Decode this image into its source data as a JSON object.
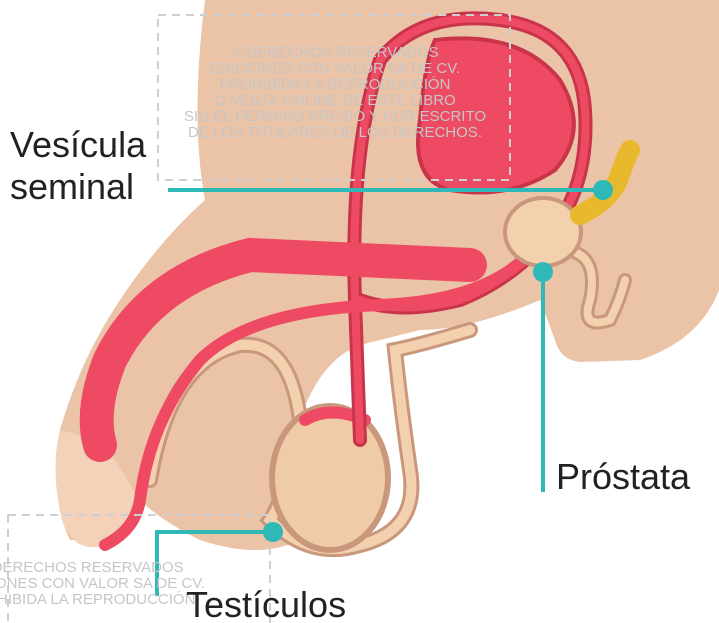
{
  "labels": {
    "vesicula_line1": "Vesícula",
    "vesicula_line2": "seminal",
    "prostata": "Próstata",
    "testiculos": "Testículos"
  },
  "watermark": {
    "top_lines": [
      "© DERECHOS RESERVADOS",
      "EDICIONES CON VALOR SA DE CV.",
      "PROHIBIDA LA REPRODUCCIÓN",
      "O VENTA ONLINE DE ESTE LIBRO",
      "SIN EL PERMISO PREVIO Y POR ESCRITO",
      "DE LOS TITULARES DE LOS DERECHOS."
    ],
    "bottom_lines": [
      "© DERECHOS RESERVADOS",
      "EDICIONES CON VALOR SA DE CV.",
      "PROHIBIDA LA REPRODUCCIÓN"
    ]
  },
  "colors": {
    "skin": "#EBC3A7",
    "skin_light": "#F3D2B9",
    "outline": "#C9977C",
    "organ_red": "#EE4A63",
    "organ_dark": "#C8354B",
    "prostate": "#F4D1AE",
    "yellow": "#E8B92C",
    "pointer": "#2EB8B8",
    "text": "#222222",
    "watermark": "#C6C6C6"
  }
}
